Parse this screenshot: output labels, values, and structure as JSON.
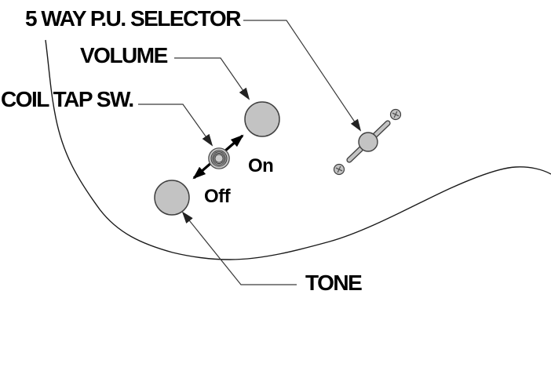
{
  "labels": {
    "five_way_selector": "5 WAY P.U. SELECTOR",
    "volume": "VOLUME",
    "coil_tap_switch": "COIL TAP SW.",
    "tone": "TONE",
    "coil_tap_on": "On",
    "coil_tap_off": "Off"
  },
  "colors": {
    "background": "#ffffff",
    "text": "#000000",
    "knob_fill": "#c3c3c3",
    "knob_outline": "#3f3f3f",
    "leader_line": "#3a3a3a",
    "body_outline": "#1a1a1a",
    "arrow": "#000000"
  },
  "components": {
    "volume_knob": "volume control knob",
    "tone_knob": "tone control knob",
    "coil_tap_knob": "coil tap switch knob",
    "pickup_selector": "5-way pickup selector lever switch",
    "body_outline": "guitar body edge outline",
    "on_off_arrow": "double-headed arrow between On and Off positions"
  }
}
